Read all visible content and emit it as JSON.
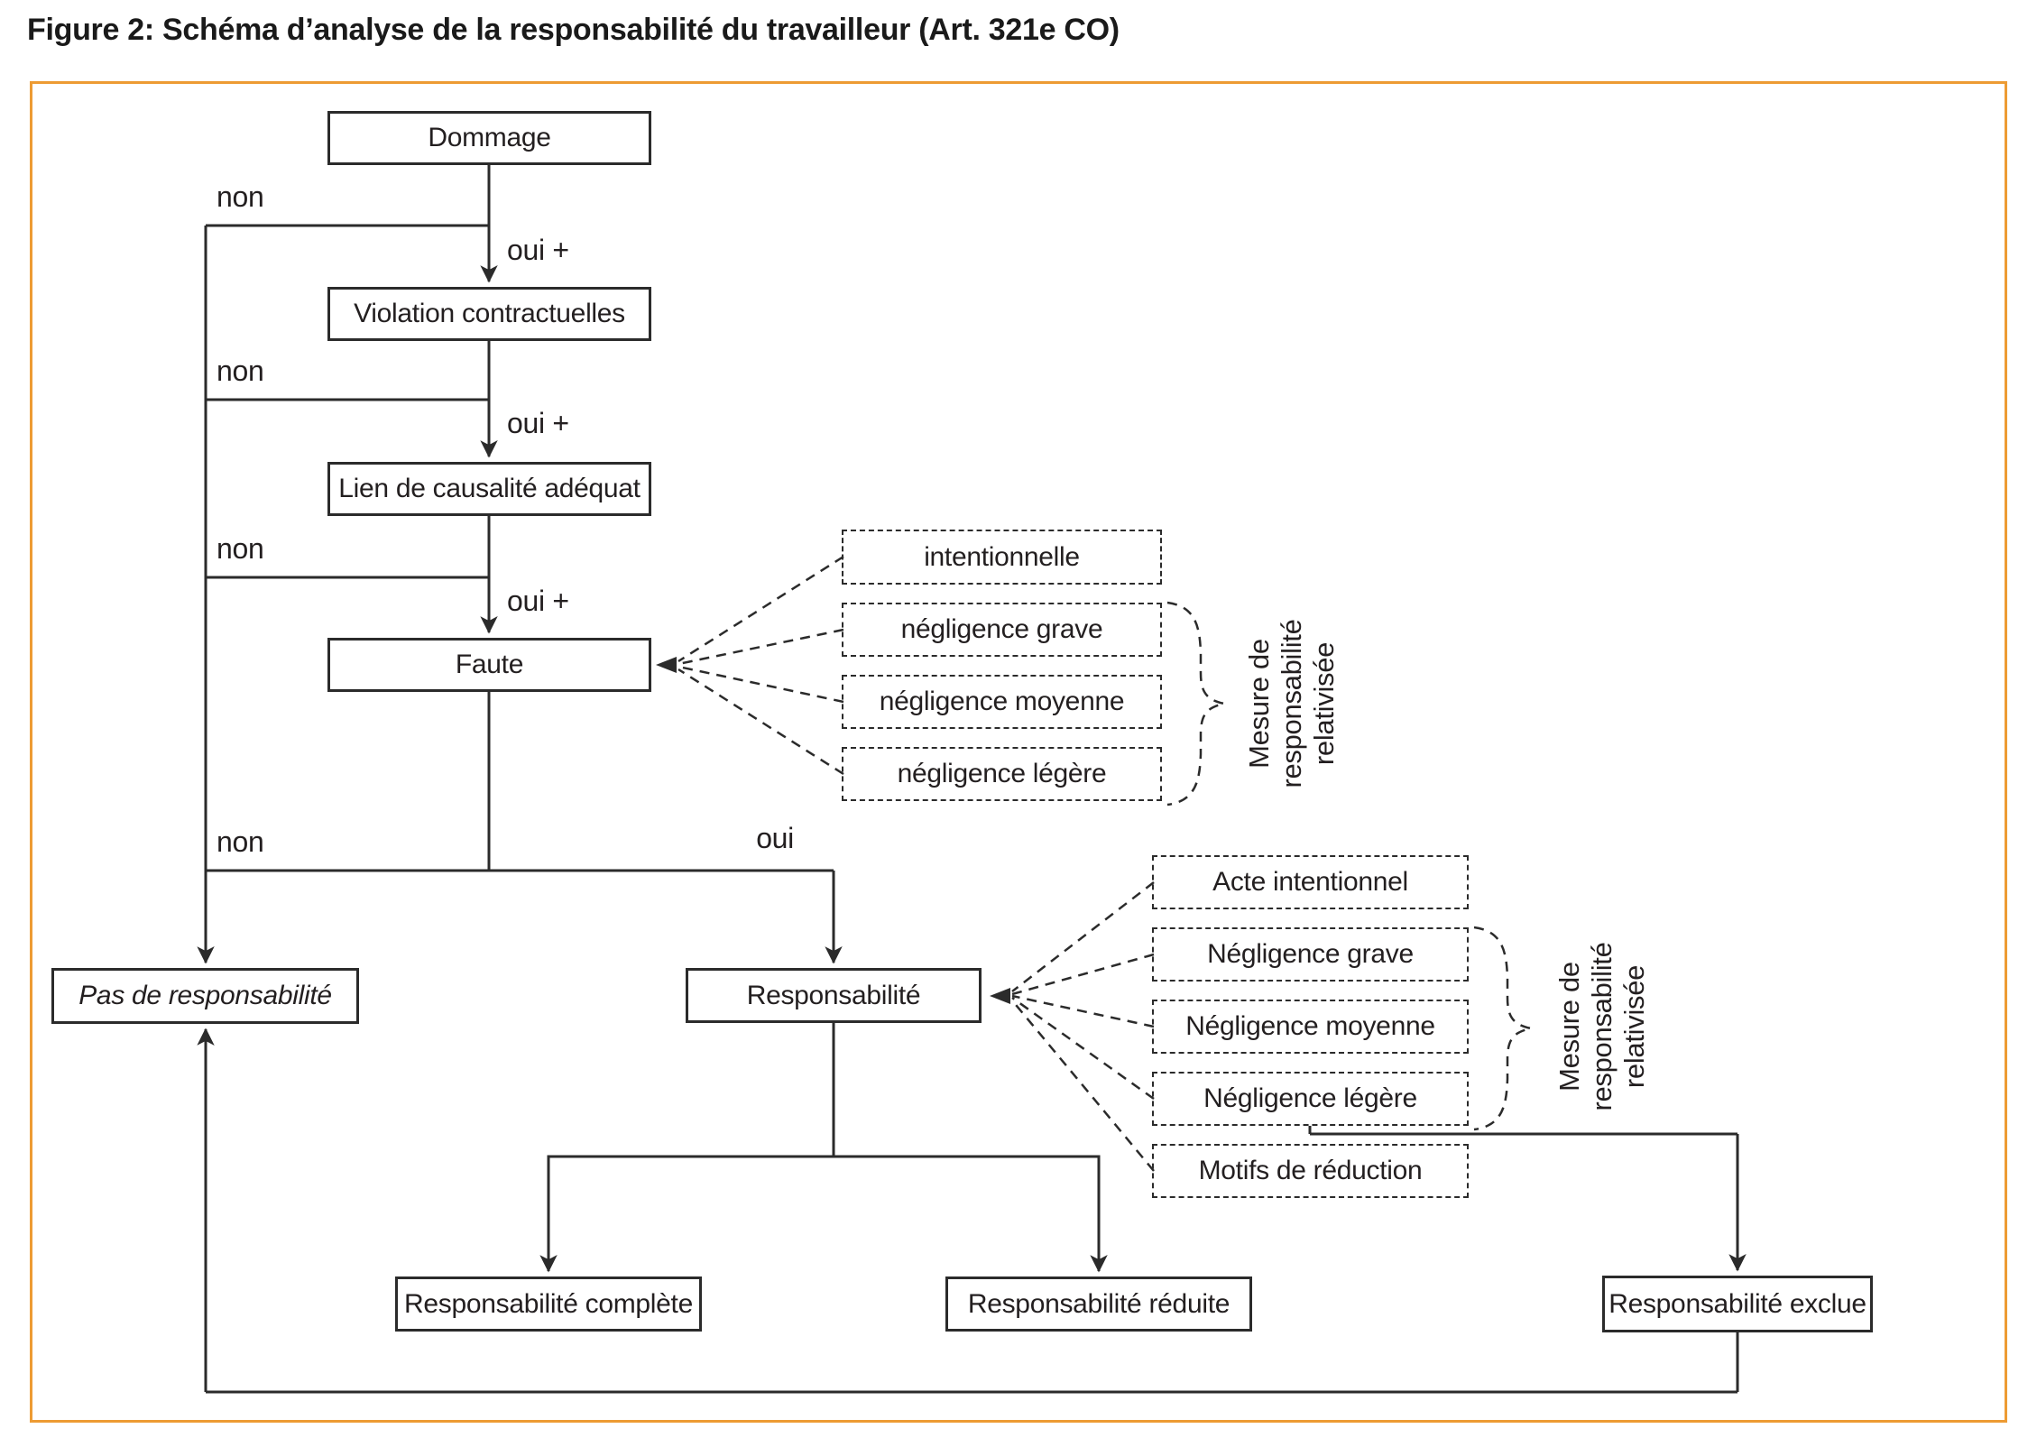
{
  "title": "Figure 2: Schéma d’analyse de la responsabilité du travailleur (Art. 321e CO)",
  "colors": {
    "frame_orange": "#ED9B33",
    "ink": "#231F20"
  },
  "labels": {
    "non": "non",
    "oui_plus": "oui +",
    "oui": "oui"
  },
  "flow": {
    "dommage": "Dommage",
    "violation": "Violation contractuelles",
    "lien": "Lien de causalité adéquat",
    "faute": "Faute",
    "pas_responsabilite": "Pas de responsabilité",
    "responsabilite": "Responsabilité",
    "responsabilite_complete": "Responsabilité complète",
    "responsabilite_reduite": "Responsabilité réduite",
    "responsabilite_exclue": "Responsabilité exclue"
  },
  "faute_types": [
    "intentionnelle",
    "négligence grave",
    "négligence moyenne",
    "négligence légère"
  ],
  "responsabilite_facteurs": [
    "Acte intentionnel",
    "Négligence grave",
    "Négligence moyenne",
    "Négligence légère",
    "Motifs de réduction"
  ],
  "measure_note": "Mesure de\nresponsabilité\nrelativisée"
}
